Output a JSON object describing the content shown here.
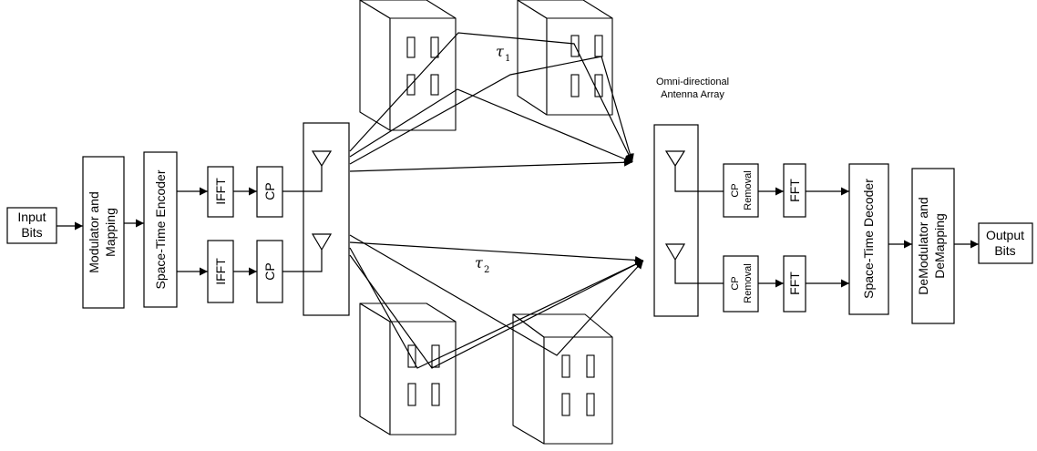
{
  "blocks": {
    "input_bits": [
      "Input",
      "Bits"
    ],
    "modulator": [
      "Modulator and",
      "Mapping"
    ],
    "st_encoder": "Space-Time Encoder",
    "ifft": "IFFT",
    "cp": "CP",
    "cp_removal": [
      "CP",
      "Removal"
    ],
    "fft": "FFT",
    "st_decoder": "Space-Time Decoder",
    "demodulator": [
      "DeModulator and",
      "DeMapping"
    ],
    "output_bits": [
      "Output",
      "Bits"
    ]
  },
  "annotations": {
    "antenna_array": [
      "Omni-directional",
      "Antenna Array"
    ],
    "tau": "τ",
    "tau1_sub": "1",
    "tau2_sub": "2"
  }
}
